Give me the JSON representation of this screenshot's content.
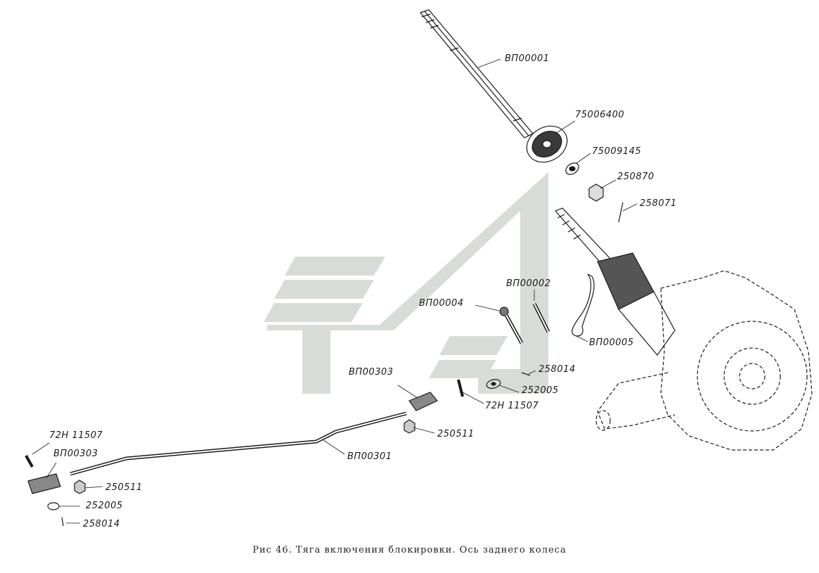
{
  "caption": "Рис 46. Тяга включения блокировки. Ось заднего колеса",
  "parts": {
    "vp00001": "ВП00001",
    "p75006400": "75006400",
    "p75009145": "75009145",
    "p250870": "250870",
    "p258071": "258071",
    "vp00002": "ВП00002",
    "vp00004": "ВП00004",
    "vp00005": "ВП00005",
    "p258014_a": "258014",
    "p252005_a": "252005",
    "p72h11507_a": "72Н 11507",
    "vp00303_a": "ВП00303",
    "p250511_a": "250511",
    "vp00301": "ВП00301",
    "p72h11507_b": "72Н 11507",
    "vp00303_b": "ВП00303",
    "p250511_b": "250511",
    "p252005_b": "252005",
    "p258014_b": "258014"
  },
  "colors": {
    "watermark": "#d8dcd8",
    "ink": "#1a1a1a"
  }
}
